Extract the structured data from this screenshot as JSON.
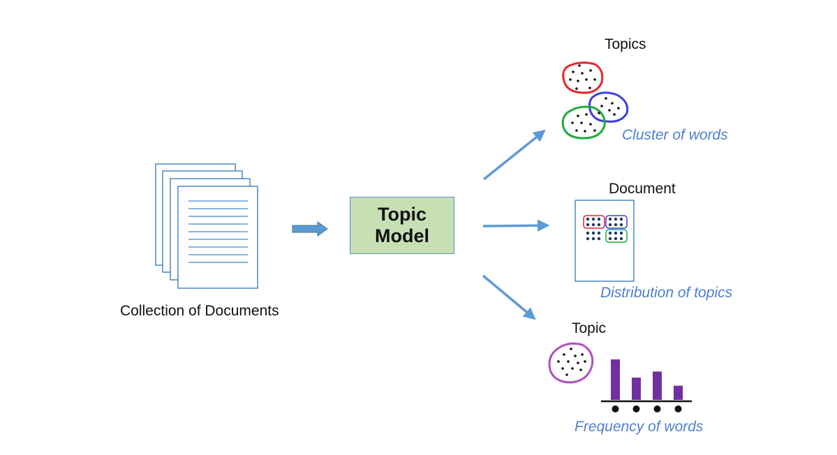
{
  "source": {
    "label": "Collection of Documents"
  },
  "model": {
    "label": "Topic\nModel",
    "fill": "#c6e0b4"
  },
  "outputs": {
    "topics": {
      "heading": "Topics",
      "caption": "Cluster of words",
      "cluster_colors": [
        "#e8252a",
        "#3d3de0",
        "#1faa3a"
      ]
    },
    "document": {
      "heading": "Document",
      "caption": "Distribution of topics"
    },
    "topic": {
      "heading": "Topic",
      "caption": "Frequency of words",
      "cluster_color": "#b04fc0",
      "bar_color": "#7030a0",
      "word_frequencies": [
        4,
        2.2,
        2.8,
        1.4
      ]
    }
  },
  "colors": {
    "arrow": "#5b9bd5",
    "caption": "#4e7fd0",
    "document_outline": "#2e75b6"
  },
  "icons": [
    "document-stack-icon",
    "right-arrow-icon",
    "word-cluster-icon",
    "bar-chart-icon"
  ]
}
